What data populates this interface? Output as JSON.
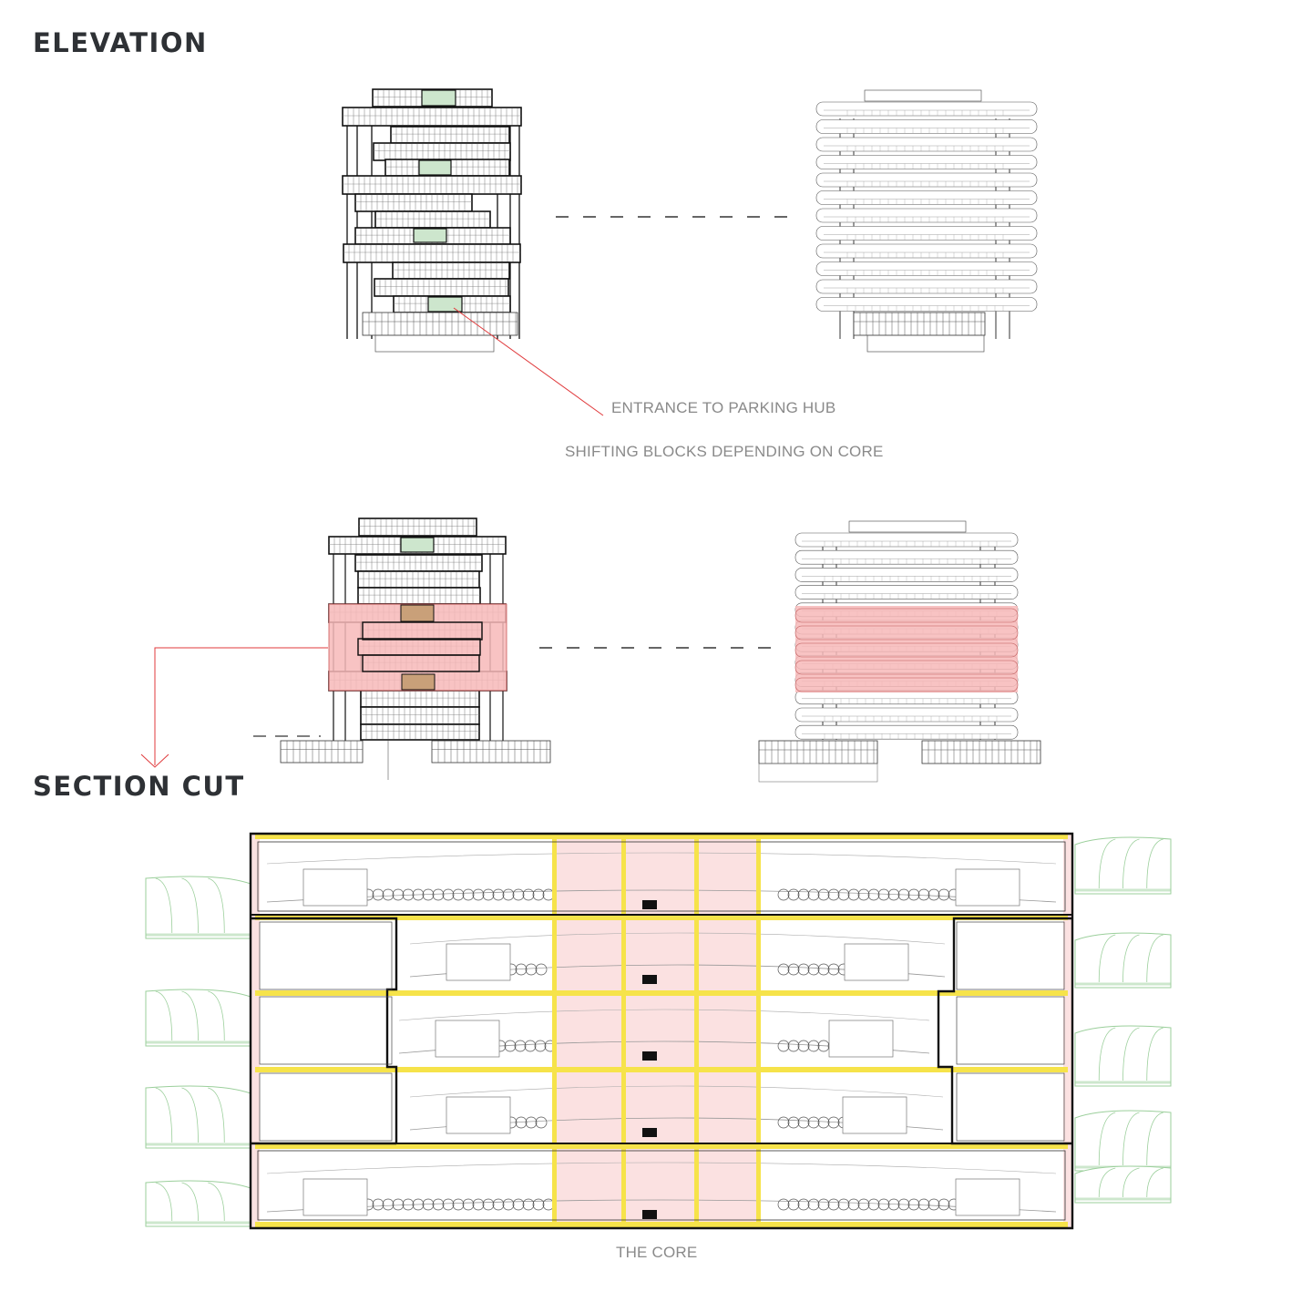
{
  "headings": {
    "elevation": "ELEVATION",
    "section": "SECTION CUT"
  },
  "annotations": {
    "entrance": "ENTRANCE TO PARKING HUB",
    "shifting": "SHIFTING BLOCKS DEPENDING ON CORE",
    "core": "THE CORE"
  },
  "colors": {
    "entrance_green": "#cde6cd",
    "highlight_pink": "#f7b9b9",
    "core_pink": "#fbe1e1",
    "slab_yellow": "#f6e34a",
    "leader_red": "#e0393b",
    "ramp_green": "#9bcf9b",
    "entrance_tan": "#c9a079"
  }
}
